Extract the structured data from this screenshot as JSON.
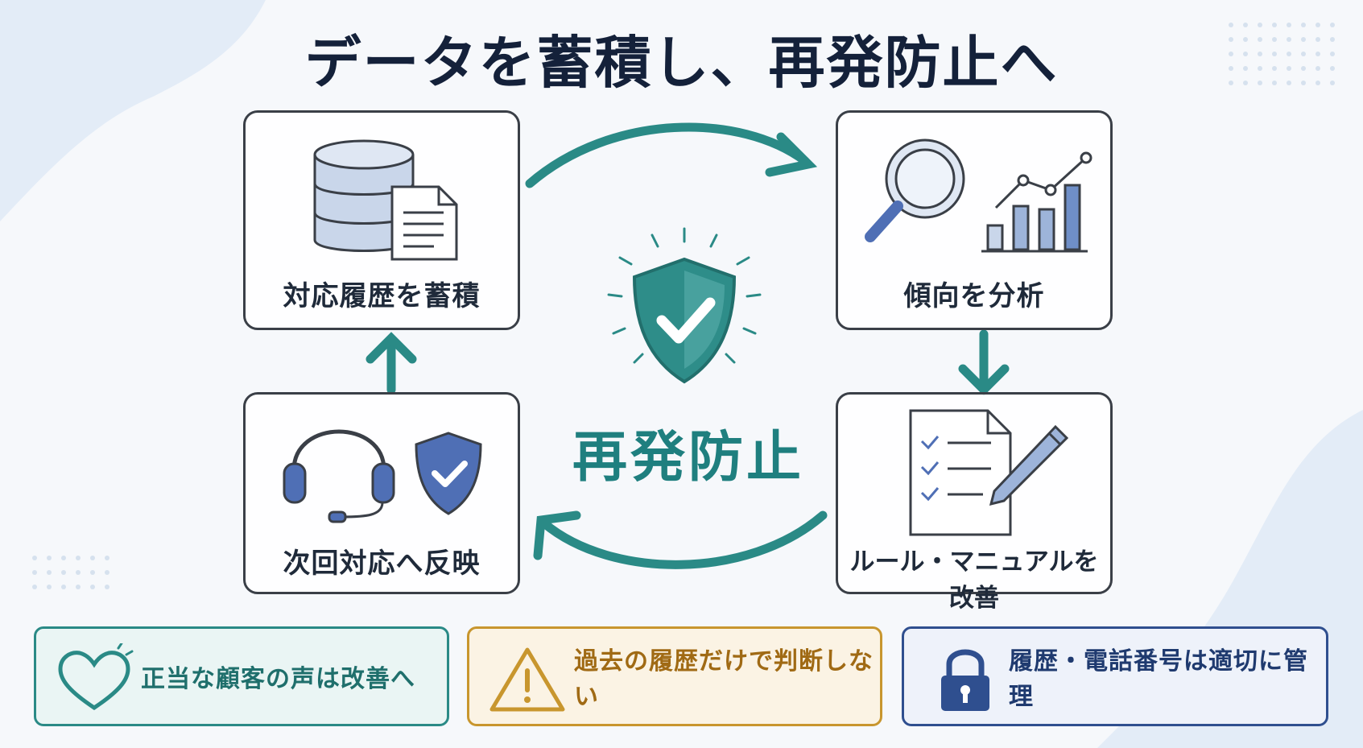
{
  "title": "データを蓄積し、再発防止へ",
  "center": {
    "label": "再発防止",
    "icon": "shield-check-icon"
  },
  "steps": [
    {
      "label": "対応履歴を蓄積",
      "icon": "database-document-icon"
    },
    {
      "label": "傾向を分析",
      "icon": "magnifier-chart-icon"
    },
    {
      "label": "ルール・マニュアルを改善",
      "icon": "checklist-pencil-icon"
    },
    {
      "label": "次回対応へ反映",
      "icon": "headset-shield-icon"
    }
  ],
  "notes": [
    {
      "text": "正当な顧客の声は改善へ",
      "icon": "heart-icon",
      "color": "#2a8a86"
    },
    {
      "text": "過去の履歴だけで判断しない",
      "icon": "warning-icon",
      "color": "#c8962e"
    },
    {
      "text": "履歴・電話番号は適切に管理",
      "icon": "lock-icon",
      "color": "#2f4f8f"
    }
  ],
  "colors": {
    "teal": "#2a8a86",
    "navy": "#14213a",
    "blue_accent": "#4f6fb5"
  }
}
